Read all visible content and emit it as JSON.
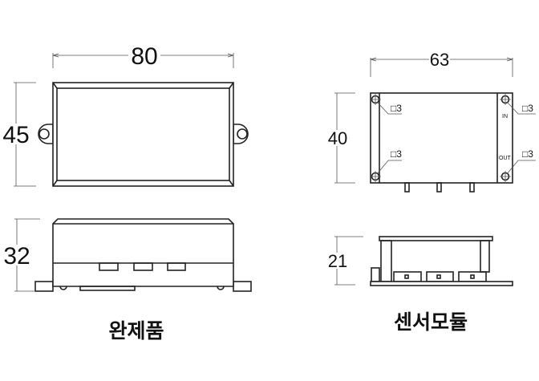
{
  "product": {
    "title": "완제품",
    "width_dim": "80",
    "height_dim": "45",
    "depth_dim": "32"
  },
  "sensor_module": {
    "title": "센서모듈",
    "width_dim": "63",
    "height_dim": "40",
    "depth_dim": "21",
    "hole_label": "□3",
    "in_label": "IN",
    "out_label": "OUT"
  }
}
